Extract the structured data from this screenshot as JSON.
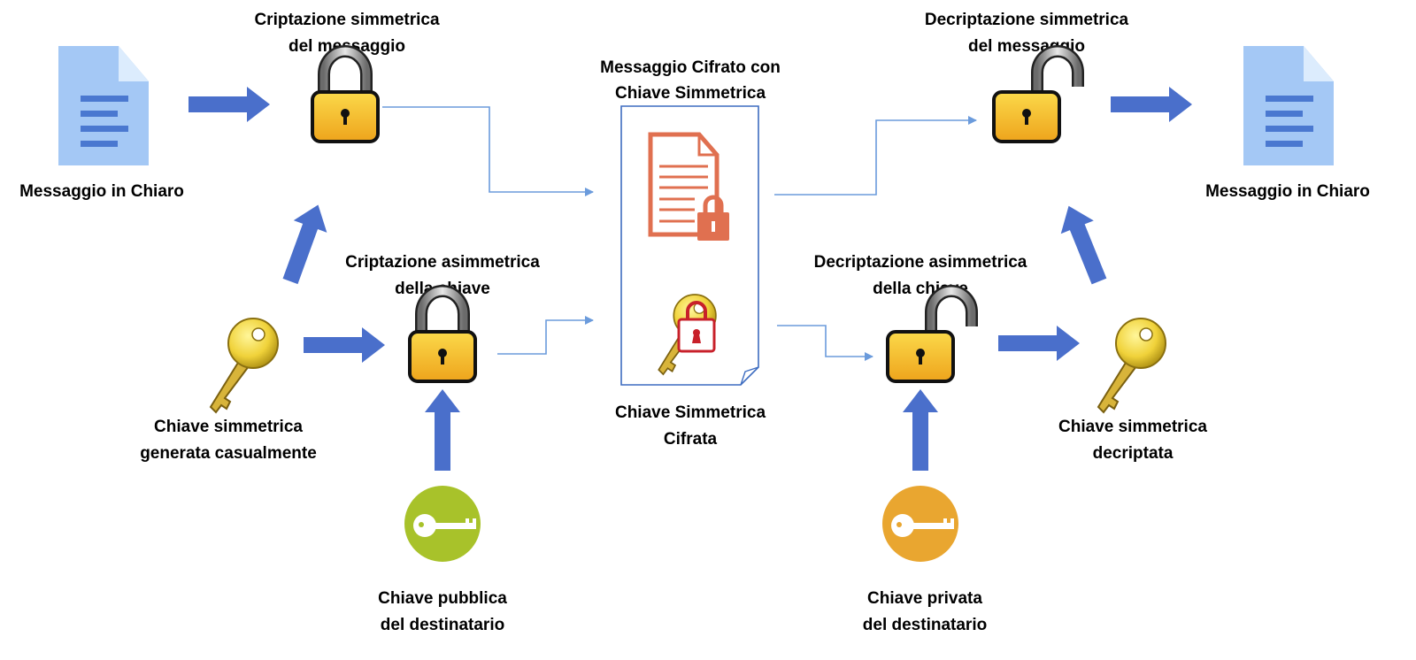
{
  "labels": {
    "plain_left": "Messaggio in Chiaro",
    "sym_enc": [
      "Criptazione simmetrica",
      "del messaggio"
    ],
    "asym_enc": [
      "Criptazione asimmetrica",
      "della chiave"
    ],
    "sym_key": [
      "Chiave simmetrica",
      "generata casualmente"
    ],
    "public_key": [
      "Chiave pubblica",
      "del destinatario"
    ],
    "cipher_msg": [
      "Messaggio Cifrato con",
      "Chiave Simmetrica"
    ],
    "cipher_key": [
      "Chiave Simmetrica",
      "Cifrata"
    ],
    "sym_dec": [
      "Decriptazione simmetrica",
      "del messaggio"
    ],
    "asym_dec": [
      "Decriptazione asimmetrica",
      "della chiave"
    ],
    "dec_key": [
      "Chiave simmetrica",
      "decriptata"
    ],
    "private_key": [
      "Chiave privata",
      "del destinatario"
    ],
    "plain_right": "Messaggio in Chiaro"
  },
  "colors": {
    "block_arrow": "#4a6fcb",
    "thin_line": "#6b9bdc",
    "document": "#a4c8f5",
    "document_lines": "#4a78d0",
    "encrypted_doc": "#e07050",
    "lock_gold": "#f2b722",
    "public_key_circle": "#a8c22a",
    "private_key_circle": "#e9a630"
  },
  "icons": [
    "document-icon",
    "padlock-closed-icon",
    "padlock-open-icon",
    "gold-key-icon",
    "encrypted-document-icon",
    "key-with-lock-icon",
    "public-key-icon",
    "private-key-icon"
  ]
}
